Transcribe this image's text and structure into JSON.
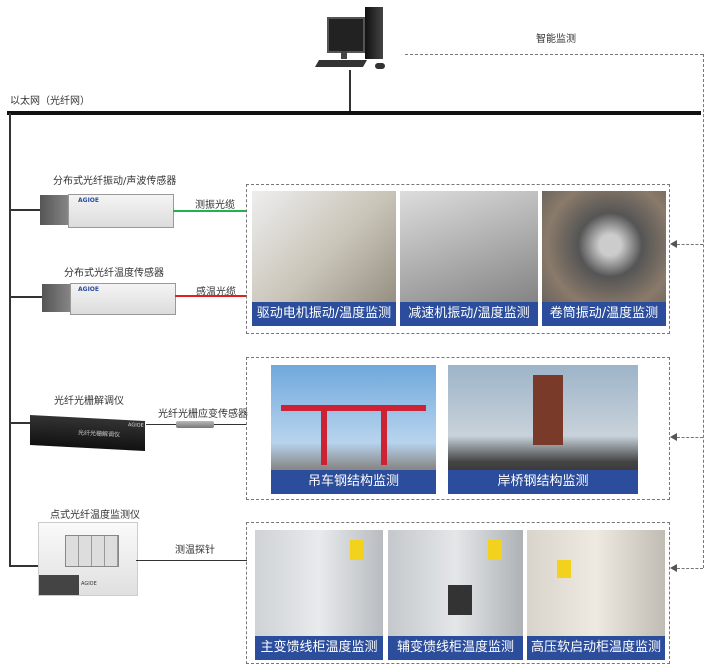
{
  "network": {
    "ethernet_label": "以太网（光纤网）",
    "monitor_label": "智能监测"
  },
  "devices": [
    {
      "name": "分布式光纤振动/声波传感器",
      "cable": "测振光缆",
      "brand": "AGIOE"
    },
    {
      "name": "分布式光纤温度传感器",
      "cable": "感温光缆",
      "brand": "AGIOE"
    },
    {
      "name": "光纤光栅解调仪",
      "cable": "光纤光栅应变传感器",
      "panel_text": "光纤光栅解调仪",
      "brand": "AGIOE"
    },
    {
      "name": "点式光纤温度监测仪",
      "cable": "测温探针",
      "brand": "AGIOE"
    }
  ],
  "groups": [
    {
      "photos": [
        "驱动电机振动/温度监测",
        "减速机振动/温度监测",
        "卷筒振动/温度监测"
      ]
    },
    {
      "photos": [
        "吊车钢结构监测",
        "岸桥钢结构监测"
      ]
    },
    {
      "photos": [
        "主变馈线柜温度监测",
        "辅变馈线柜温度监测",
        "高压软启动柜温度监测"
      ]
    }
  ],
  "colors": {
    "vibration_cable": "#22b14c",
    "temperature_cable": "#e02020",
    "caption_bg": "#2b4d9b"
  }
}
